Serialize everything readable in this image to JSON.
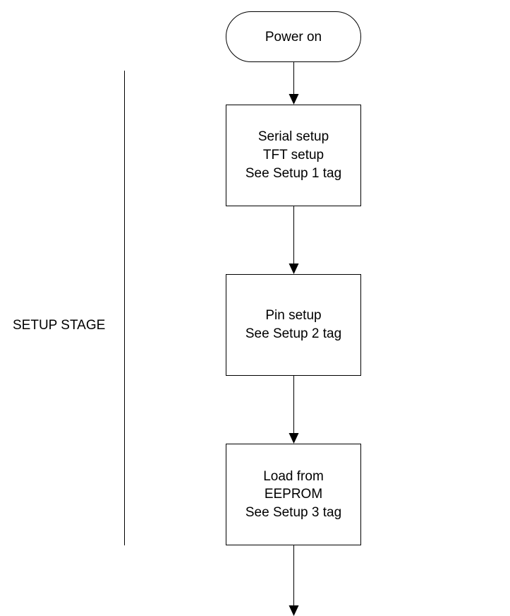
{
  "flowchart": {
    "start": {
      "shape": "terminator",
      "lines": [
        "Power on"
      ]
    },
    "steps": [
      {
        "lines": [
          "Serial setup",
          "TFT setup",
          "See Setup 1 tag"
        ]
      },
      {
        "lines": [
          "Pin setup",
          "See Setup 2 tag"
        ]
      },
      {
        "lines": [
          "Load from",
          "EEPROM",
          "See Setup 3 tag"
        ]
      }
    ],
    "continues_below": true
  },
  "stage": {
    "label": "SETUP STAGE"
  }
}
